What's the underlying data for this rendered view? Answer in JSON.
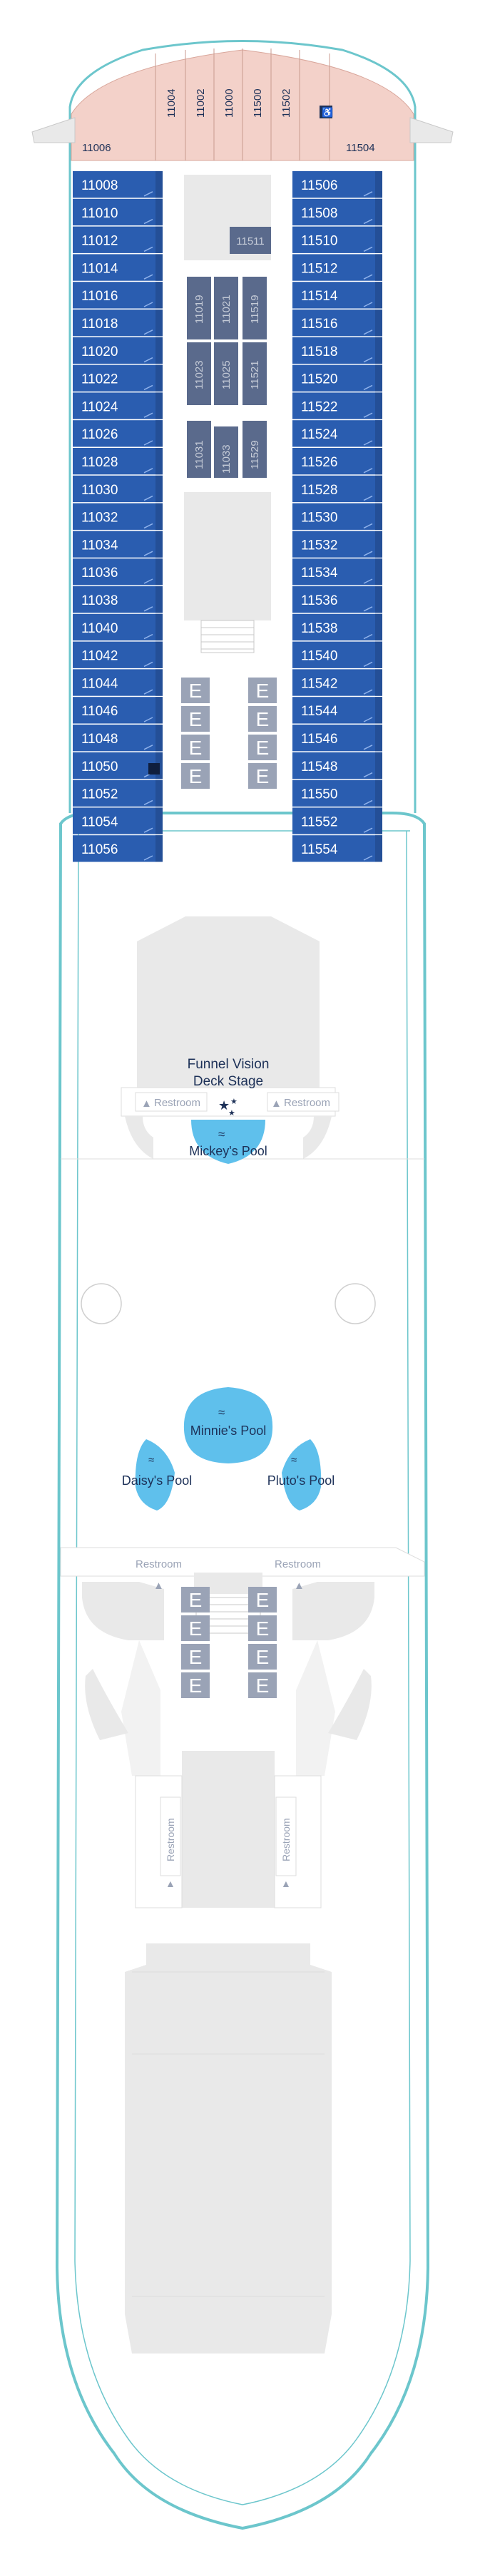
{
  "deck": {
    "forward_cabins": {
      "port_row": [
        "11006"
      ],
      "bow_top": [
        "11004",
        "11002",
        "11000",
        "11500",
        "11502"
      ],
      "starboard_row": [
        "11504"
      ],
      "accessible_icon": "wheelchair-icon"
    },
    "port_cabins": [
      "11008",
      "11010",
      "11012",
      "11014",
      "11016",
      "11018",
      "11020",
      "11022",
      "11024",
      "11026",
      "11028",
      "11030",
      "11032",
      "11034",
      "11036",
      "11038",
      "11040",
      "11042",
      "11044",
      "11046",
      "11048",
      "11050",
      "11052",
      "11054",
      "11056"
    ],
    "starboard_cabins": [
      "11506",
      "11508",
      "11510",
      "11512",
      "11514",
      "11516",
      "11518",
      "11520",
      "11522",
      "11524",
      "11526",
      "11528",
      "11530",
      "11532",
      "11534",
      "11536",
      "11538",
      "11540",
      "11542",
      "11544",
      "11546",
      "11548",
      "11550",
      "11552",
      "11554"
    ],
    "inner_cabins": [
      "11511",
      "11019",
      "11021",
      "11519",
      "11023",
      "11025",
      "11521",
      "11031",
      "11033",
      "11529"
    ],
    "elevator_label": "E",
    "stage": {
      "line1": "Funnel Vision",
      "line2": "Deck Stage"
    },
    "pools": {
      "mickey": "Mickey's Pool",
      "minnie": "Minnie's Pool",
      "daisy": "Daisy's Pool",
      "pluto": "Pluto's Pool"
    },
    "restroom_label": "Restroom",
    "colors": {
      "cabin_blue": "#2a5db0",
      "inner_cabin": "#5a6a8c",
      "hull_outline": "#6cc6cc",
      "bow_pink": "#f3d1c9",
      "pool_blue": "#5fc0ec",
      "elevator_gray": "#9aa3b6",
      "floor_gray": "#e9e9e9",
      "text_navy": "#1d3158"
    }
  }
}
